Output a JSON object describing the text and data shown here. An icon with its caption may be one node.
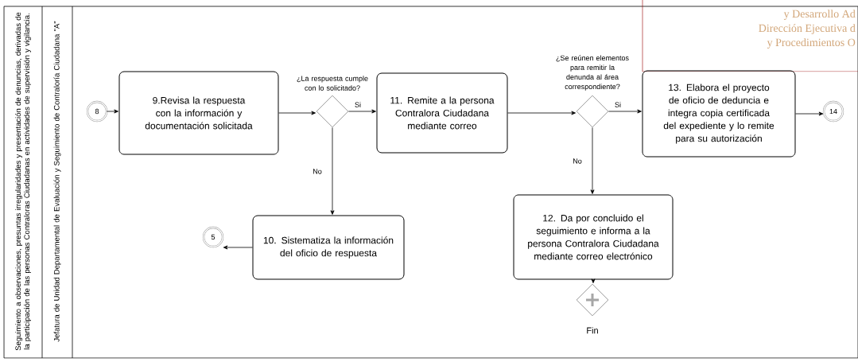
{
  "diagram": {
    "nodes": [
      {
        "text": [
          "Seguimiento a observaciones, presuntas irregularidades y presentación de denuncias, derivadas de la participación de las personas Contraloras Ciudadanas en actividades de supervisión y vigilancia."
        ]
      },
      {
        "text": [
          "Jefatura de Unidad Departamental de Evaluación y Seguimiento de Contraloría Ciudadana \"A\""
        ]
      },
      {
        "text": [
          "8"
        ]
      },
      {
        "text": [
          "9.Revisa la respuesta con la información y documentación solicitada"
        ]
      },
      {
        "text": [
          "¿La respuesta cumple con lo solicitado?"
        ]
      },
      {
        "text": [
          "11. Remite a la persona Contralora Ciudadana mediante correo"
        ]
      },
      {
        "text": [
          "¿Se reúnen elementos para remitir la denunda al área correspondiente?"
        ]
      },
      {
        "text": [
          "13. Elabora el proyecto de oficio de deduncia e integra copia certificada del expediente y lo remite para su autorización"
        ]
      },
      {
        "text": [
          "14"
        ]
      },
      {
        "text": [
          "10. Sistematiza la información del oficio de respuesta"
        ]
      },
      {
        "text": [
          "5"
        ]
      },
      {
        "text": [
          "12. Da por concluido el seguimiento e informa a la persona Contralora Ciudadana mediante correo electrónico"
        ]
      },
      {
        "text": [
          "Fin"
        ]
      }
    ],
    "edges": [
      {
        "from": 2,
        "to": 3,
        "arrow": "to"
      },
      {
        "from": 3,
        "to": 4,
        "arrow": "to"
      },
      {
        "from": 4,
        "to": 5,
        "arrow": "to",
        "label": "Si"
      },
      {
        "from": 4,
        "to": 9,
        "arrow": "to",
        "label": "No"
      },
      {
        "from": 5,
        "to": 6,
        "arrow": "to"
      },
      {
        "from": 6,
        "to": 7,
        "arrow": "to",
        "label": "Si"
      },
      {
        "from": 6,
        "to": 11,
        "arrow": "to",
        "label": "No"
      },
      {
        "from": 7,
        "to": 8,
        "arrow": "to"
      },
      {
        "from": 9,
        "to": 10,
        "arrow": "to"
      },
      {
        "from": 11,
        "to": 12,
        "arrow": "to"
      }
    ],
    "labels": [
      "y Desarrollo Ad",
      "Dirección Ejecutiva d",
      "y Procedimientos O"
    ]
  }
}
